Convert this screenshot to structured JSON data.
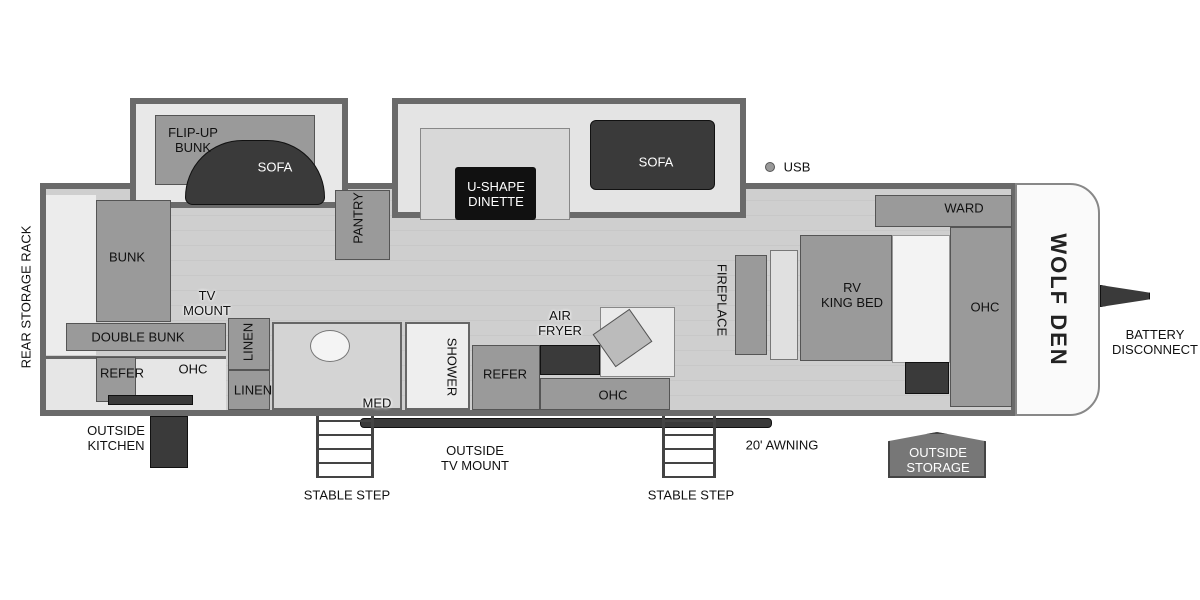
{
  "brand": {
    "logo_text": "WOLF DEN"
  },
  "labels": {
    "flip_up_bunk": "FLIP-UP\nBUNK",
    "sofa_rear": "SOFA",
    "pantry": "PANTRY",
    "u_shape_dinette": "U-SHAPE\nDINETTE",
    "sofa_front": "SOFA",
    "usb": "USB",
    "rear_storage_rack": "REAR STORAGE RACK",
    "bunk": "BUNK",
    "tv_mount": "TV\nMOUNT",
    "double_bunk": "DOUBLE BUNK",
    "refer_rear": "REFER",
    "ohc_rear": "OHC",
    "linen_1": "LINEN",
    "linen_2": "LINEN",
    "med": "MED",
    "shower": "SHOWER",
    "refer_kitchen": "REFER",
    "air_fryer": "AIR\nFRYER",
    "ohc_kitchen": "OHC",
    "fireplace": "FIREPLACE",
    "rv_king_bed": "RV\nKING BED",
    "ward": "WARD",
    "ohc_front": "OHC",
    "battery_disconnect": "BATTERY\nDISCONNECT",
    "outside_kitchen": "OUTSIDE\nKITCHEN",
    "outside_tv_mount": "OUTSIDE\nTV MOUNT",
    "stable_step_1": "STABLE STEP",
    "stable_step_2": "STABLE STEP",
    "awning": "20' AWNING",
    "outside_storage": "OUTSIDE\nSTORAGE"
  },
  "colors": {
    "wall": "#6a6a6a",
    "floor": "#cfcfcf",
    "cabinet": "#9a9a9a",
    "furniture_dark": "#3a3a3a"
  }
}
